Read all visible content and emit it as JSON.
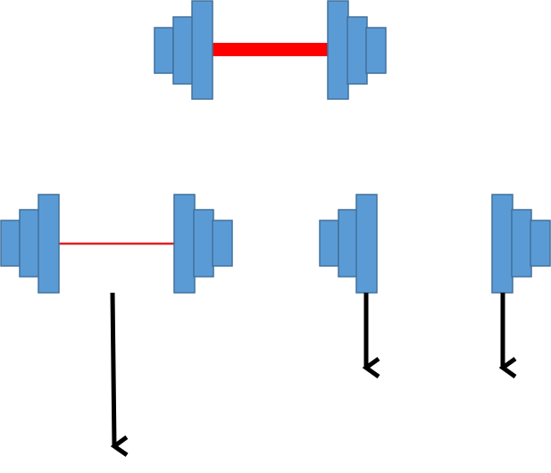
{
  "diagram": {
    "description_text": "",
    "colors": {
      "plate_fill": "#5B9BD5",
      "plate_stroke": "#41719C",
      "bar_thick": "#FF0000",
      "bar_thin": "#E02020",
      "arrow": "#000000",
      "background": "#FFFFFF"
    },
    "elements": [
      {
        "id": "dumbbell-whole",
        "kind": "dumbbell",
        "bar": "thick"
      },
      {
        "id": "dumbbell-split",
        "kind": "dumbbell",
        "bar": "thin"
      },
      {
        "id": "left-weight-alone",
        "kind": "weight"
      },
      {
        "id": "right-weight-alone",
        "kind": "weight"
      }
    ],
    "arrows": [
      {
        "id": "arrow-long",
        "length": "long",
        "direction": "down"
      },
      {
        "id": "arrow-short-1",
        "length": "short",
        "direction": "down"
      },
      {
        "id": "arrow-short-2",
        "length": "short",
        "direction": "down"
      }
    ]
  }
}
